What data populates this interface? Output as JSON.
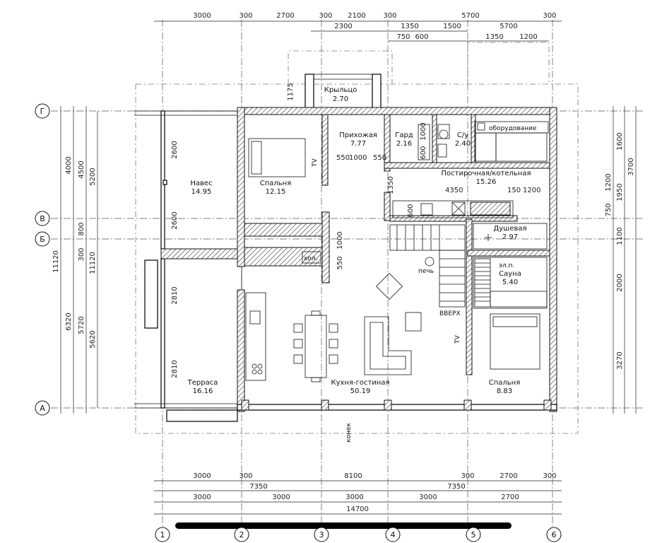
{
  "axes": {
    "top": [
      "1",
      "2",
      "3",
      "4",
      "5",
      "6"
    ],
    "left": [
      "Г",
      "В",
      "Б",
      "А"
    ]
  },
  "rooms": [
    {
      "key": "krylco",
      "name": "Крыльцо",
      "area": "2.70"
    },
    {
      "key": "prihozh",
      "name": "Прихожая",
      "area": "7.77"
    },
    {
      "key": "gard",
      "name": "Гард",
      "area": "2.16"
    },
    {
      "key": "su",
      "name": "С/у",
      "area": "2.40"
    },
    {
      "key": "naves",
      "name": "Навес",
      "area": "14.95"
    },
    {
      "key": "spalnya1",
      "name": "Спальня",
      "area": "12.15"
    },
    {
      "key": "postir",
      "name": "Постирочная/котельная",
      "area": "15.26"
    },
    {
      "key": "dush",
      "name": "Душевая",
      "area": "2.97"
    },
    {
      "key": "sauna",
      "name": "Сауна",
      "area": "5.40"
    },
    {
      "key": "terrasa",
      "name": "Терраса",
      "area": "16.16"
    },
    {
      "key": "kuhnya",
      "name": "Кухня-гостиная",
      "area": "50.19"
    },
    {
      "key": "spalnya2",
      "name": "Спальня",
      "area": "8.83"
    }
  ],
  "labels": {
    "equipment": "оборудование",
    "upstairs": "ВВЕРХ",
    "stove": "печь",
    "fridge": "хол.",
    "electric": "эл.п.",
    "ridge": "конек",
    "tv": "TV"
  },
  "dims": {
    "top_row1": [
      "3000",
      "300",
      "2700",
      "300",
      "2100",
      "300",
      "5700",
      "300"
    ],
    "top_row2": [
      "2300",
      "1350",
      "1500"
    ],
    "top_row3": [
      "750",
      "600",
      "1350",
      "1200"
    ],
    "left_outer": "11120",
    "left_mid": [
      "4000",
      "6320"
    ],
    "left_inner": [
      "4500",
      "800",
      "300",
      "5720"
    ],
    "left_near": [
      "5200",
      "11120",
      "5620"
    ],
    "naves_side": [
      "2600",
      "2600"
    ],
    "terrace_side": [
      "2810",
      "2810"
    ],
    "right_outer": "3700",
    "right_mid": [
      "1600",
      "1950",
      "1100",
      "2000",
      "3270"
    ],
    "right_inner": [
      "1200",
      "750"
    ],
    "bottom_row1": [
      "3000",
      "300",
      "8100",
      "300",
      "2700",
      "300"
    ],
    "bottom_row2": [
      "7350",
      "7350"
    ],
    "bottom_row3": [
      "3000",
      "3000",
      "3000",
      "3000",
      "2700"
    ],
    "bottom_total": "14700",
    "interior": [
      "550",
      "1000",
      "550",
      "1175",
      "4350",
      "150",
      "1200",
      "600",
      "1350",
      "1000",
      "550",
      "1000",
      "600"
    ]
  }
}
